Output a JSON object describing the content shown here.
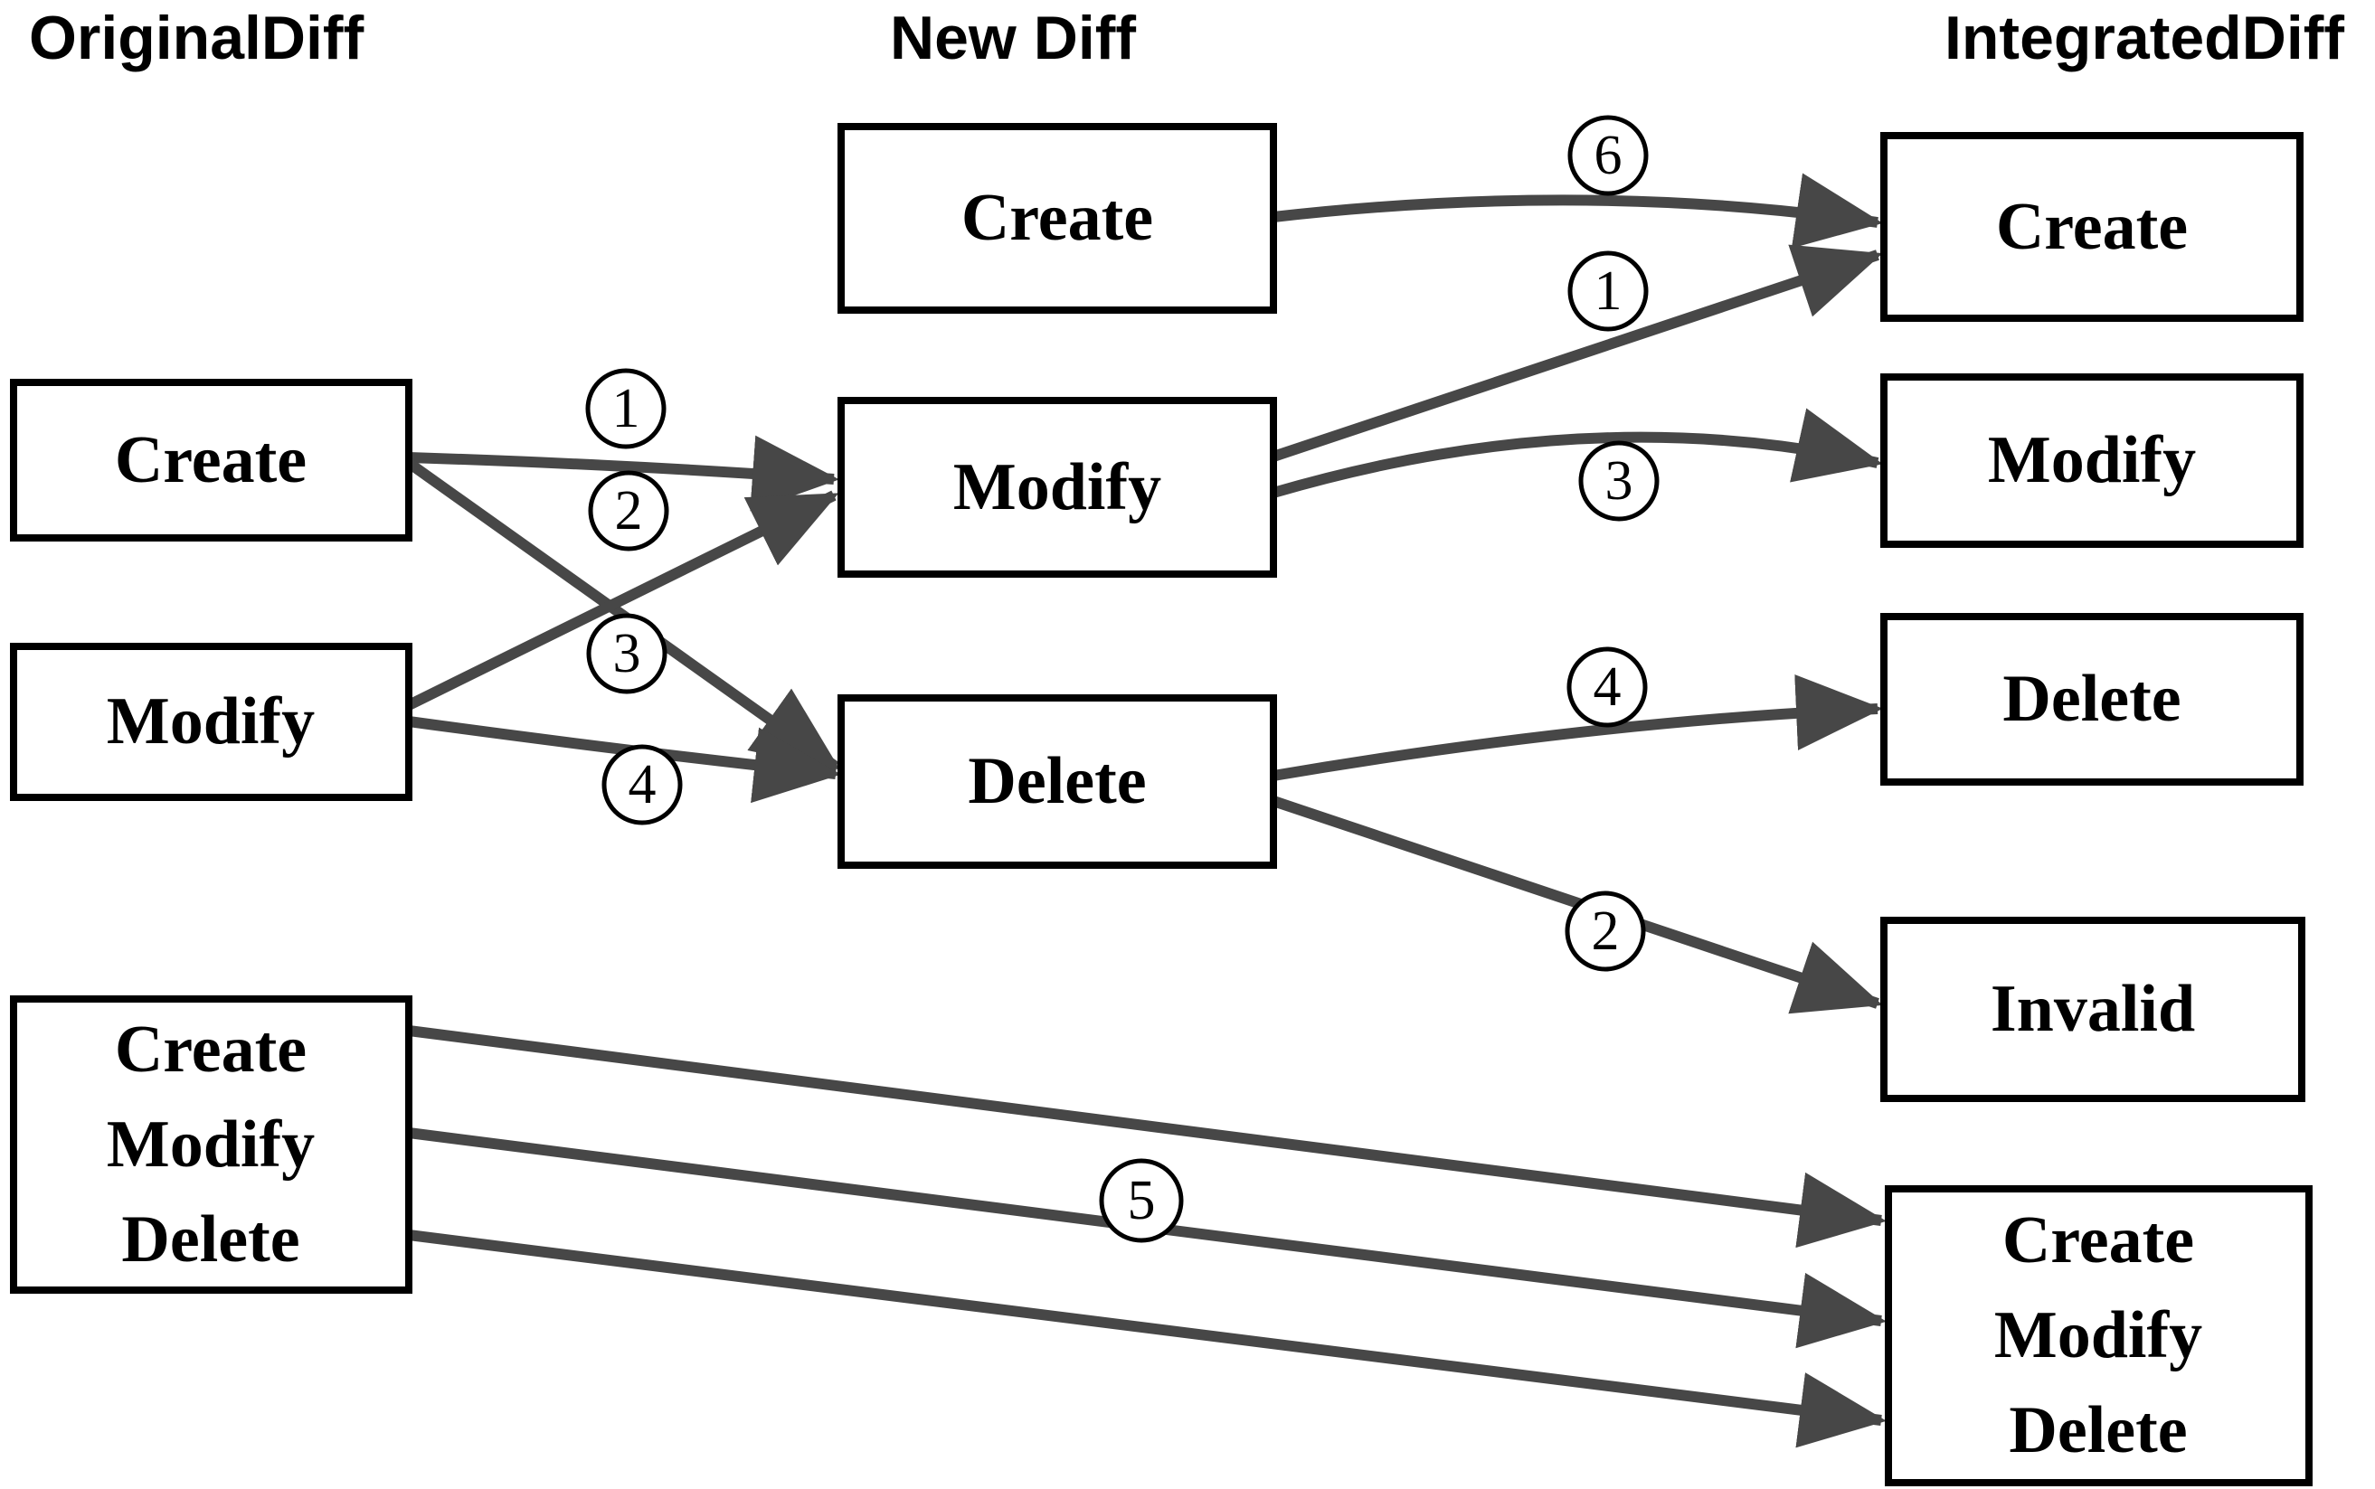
{
  "colors": {
    "arrow": "#474747",
    "box_border": "#000000",
    "text": "#000000",
    "background": "#ffffff"
  },
  "headers": {
    "original": "OriginalDiff",
    "new": "New Diff",
    "integrated": "IntegratedDiff"
  },
  "original_column": {
    "create": "Create",
    "modify": "Modify",
    "cmd": [
      "Create",
      "Modify",
      "Delete"
    ]
  },
  "new_column": {
    "create": "Create",
    "modify": "Modify",
    "delete": "Delete"
  },
  "integrated_column": {
    "create": "Create",
    "modify": "Modify",
    "delete": "Delete",
    "invalid": "Invalid",
    "cmd": [
      "Create",
      "Modify",
      "Delete"
    ]
  },
  "edge_labels": {
    "rule1": "1",
    "rule2": "2",
    "rule3": "3",
    "rule4": "4",
    "rule5": "5",
    "rule6": "6"
  }
}
